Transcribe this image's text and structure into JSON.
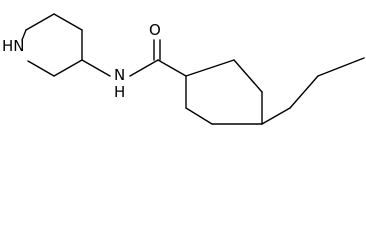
{
  "atoms": {
    "piperidine_nh": "HN",
    "amide_nh": "N\nH",
    "amide_n": "N",
    "amide_h": "H",
    "carbonyl_o": "O"
  },
  "colors": {
    "bond": "#000000",
    "text": "#000000",
    "background": "#ffffff"
  }
}
